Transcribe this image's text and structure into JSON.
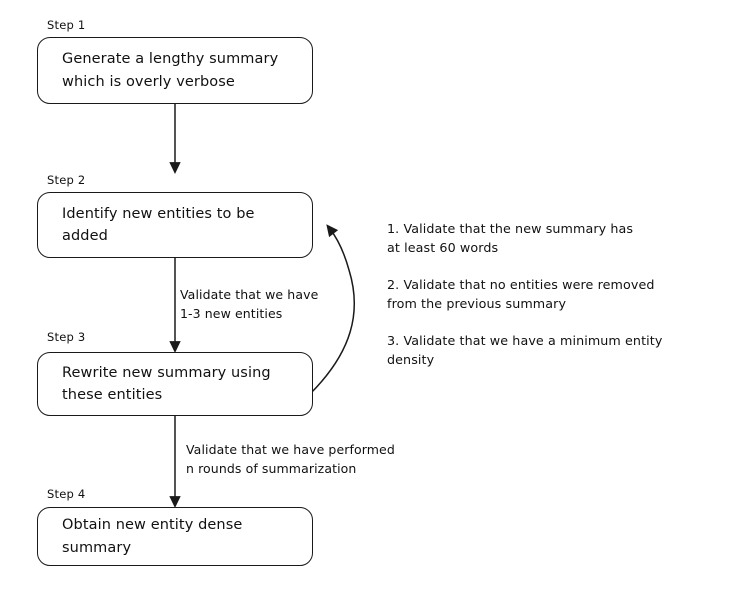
{
  "diagram": {
    "background_color": "#ffffff",
    "stroke_color": "#1a1a1a",
    "text_color": "#111111",
    "steps": [
      {
        "label": "Step 1",
        "text": "Generate a lengthy summary\nwhich is overly verbose"
      },
      {
        "label": "Step 2",
        "text": "Identify new entities to be\nadded"
      },
      {
        "label": "Step 3",
        "text": "Rewrite new summary using\nthese entities"
      },
      {
        "label": "Step 4",
        "text": "Obtain new entity dense\nsummary"
      }
    ],
    "edge_labels": [
      "Validate that we have\n1-3 new entities",
      "Validate that we have performed\nn rounds of summarization"
    ],
    "validations": [
      "1. Validate that the new summary has\nat least 60 words",
      "2. Validate that no entities were removed\nfrom the previous summary",
      "3. Validate that we have a minimum entity\ndensity"
    ]
  }
}
